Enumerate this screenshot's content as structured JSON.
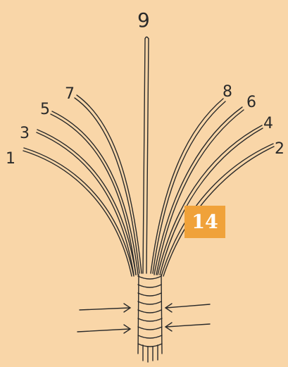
{
  "figure": {
    "badge_number": "14",
    "colors": {
      "background": "#f9d6a8",
      "badge": "#f0a23a",
      "badge_text": "#ffffff",
      "ink": "#2a2a2a"
    },
    "strand_labels": [
      "1",
      "2",
      "3",
      "4",
      "5",
      "6",
      "7",
      "8",
      "9"
    ],
    "pressure_arrows": 4
  }
}
